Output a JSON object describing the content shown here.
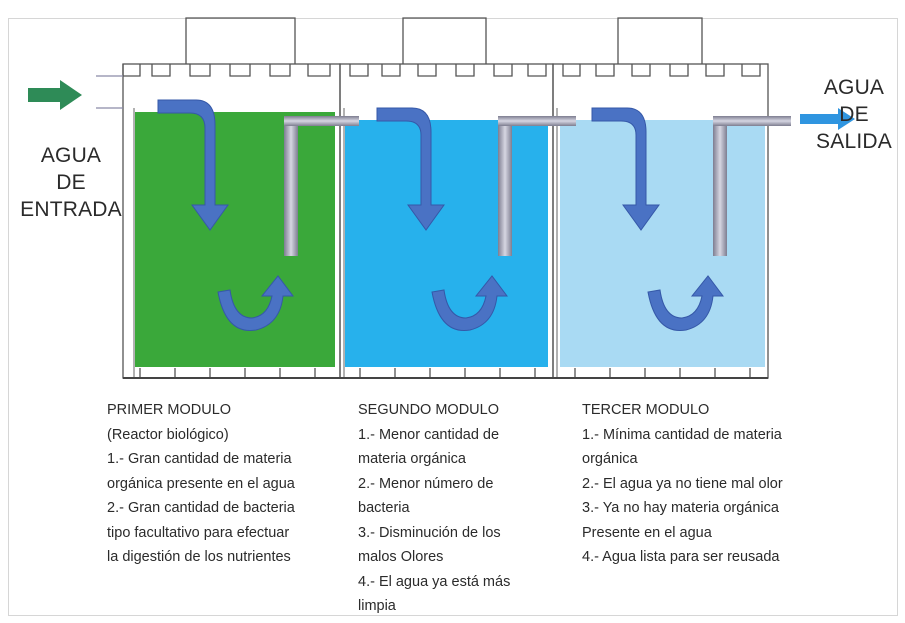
{
  "labels": {
    "entrada": [
      "AGUA",
      "DE",
      "ENTRADA"
    ],
    "salida": [
      "AGUA",
      "DE",
      "SALIDA"
    ]
  },
  "modules": [
    {
      "color": "#3aa83a",
      "lines": [
        "PRIMER MODULO",
        "(Reactor biológico)",
        "1.- Gran cantidad de materia",
        "orgánica presente en el agua",
        "2.- Gran cantidad de bacteria",
        "tipo facultativo para efectuar",
        "la digestión de los nutrientes"
      ]
    },
    {
      "color": "#27b1ec",
      "lines": [
        "SEGUNDO MODULO",
        "1.- Menor cantidad de",
        "materia orgánica",
        "2.- Menor número de",
        "bacteria",
        "3.- Disminución de los",
        "malos Olores",
        "4.- El agua ya está más",
        "limpia"
      ]
    },
    {
      "color": "#a9daf3",
      "lines": [
        "TERCER MODULO",
        "1.- Mínima cantidad de materia",
        "orgánica",
        "2.- El agua ya no tiene mal olor",
        "3.- Ya no hay materia orgánica",
        "Presente en el agua",
        "4.- Agua lista para ser reusada"
      ]
    }
  ],
  "colors": {
    "inlet_arrow": "#2e8b57",
    "outlet_arrow": "#2f95e0",
    "flow_arrow": "#4a72c4",
    "pipe": "#9a9aae",
    "tank_outline": "#555555"
  }
}
